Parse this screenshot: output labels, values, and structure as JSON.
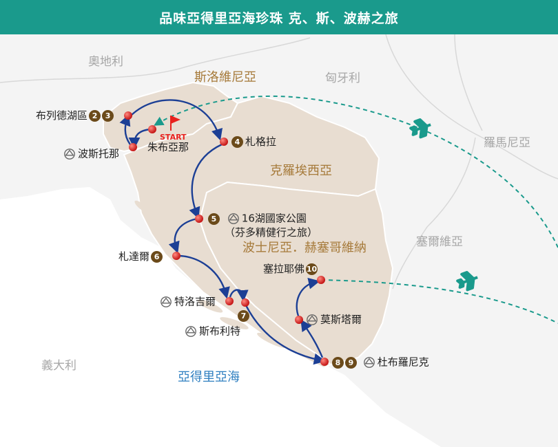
{
  "header": {
    "title": "品味亞得里亞海珍珠 克、斯、波赫之旅"
  },
  "countries": {
    "austria": "奧地利",
    "slovenia": "斯洛維尼亞",
    "hungary": "匈牙利",
    "romania": "羅馬尼亞",
    "croatia": "克羅埃西亞",
    "serbia": "塞爾維亞",
    "bosnia": "波士尼亞．赫塞哥維納",
    "italy": "義大利",
    "sea": "亞得里亞海"
  },
  "stops": {
    "bled": {
      "label": "布列德湖區",
      "nums": [
        "2",
        "3"
      ]
    },
    "postojna": {
      "label": "波斯托那"
    },
    "ljubljana": {
      "label": "朱布亞那",
      "start": "START"
    },
    "zagreb": {
      "label": "札格拉",
      "num": "4"
    },
    "plitvice": {
      "label_line1": "16湖國家公園",
      "label_line2": "（芬多精健行之旅）",
      "num": "5"
    },
    "zadar": {
      "label": "札達爾",
      "num": "6"
    },
    "trogir": {
      "label": "特洛吉爾"
    },
    "split": {
      "label": "斯布利特",
      "num": "7"
    },
    "sarajevo": {
      "label": "塞拉耶佛",
      "num": "10"
    },
    "mostar": {
      "label": "莫斯塔爾"
    },
    "dubrovnik": {
      "label": "杜布羅尼克",
      "nums": [
        "8",
        "9"
      ]
    }
  },
  "icons": {
    "plane": "airplane-icon",
    "flag": "start-flag-icon",
    "heritage": "unesco-heritage-icon"
  },
  "colors": {
    "header": "#1a9a8c",
    "land_main": "#e8ddd1",
    "land_other": "#f4f4f4",
    "route": "#1c3f95",
    "flight": "#1a9a8c",
    "marker": "#e02323",
    "number_badge": "#6b4a1a"
  }
}
